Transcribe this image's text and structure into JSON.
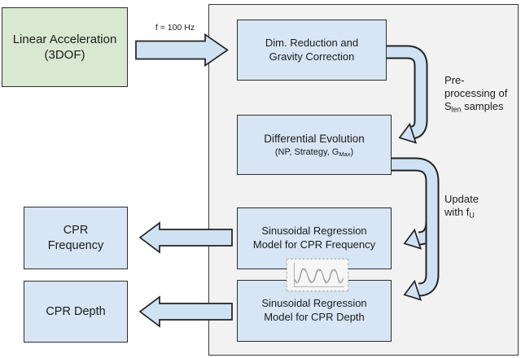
{
  "colors": {
    "source_box_fill": "#d9e8d0",
    "process_box_fill": "#d7e5f4",
    "arrow_fill": "#cfe2f3",
    "container_fill": "#f2f2f2",
    "border": "#2e2e2e",
    "text": "#1c1c1c"
  },
  "nodes": {
    "linear_acceleration": {
      "line1": "Linear Acceleration",
      "line2": "(3DOF)"
    },
    "dim_reduction": {
      "line1": "Dim. Reduction and",
      "line2": "Gravity Correction"
    },
    "differential_evolution": {
      "title": "Differential Evolution",
      "params_prefix": "(NP, Strategy, G",
      "params_sub": "Max",
      "params_suffix": ")"
    },
    "regression_frequency": {
      "line1": "Sinusoidal Regression",
      "line2": "Model for CPR Frequency"
    },
    "regression_depth": {
      "line1": "Sinusoidal Regression",
      "line2": "Model for CPR Depth"
    },
    "cpr_frequency": {
      "line1": "CPR",
      "line2": "Frequency"
    },
    "cpr_depth": {
      "line1": "CPR Depth"
    }
  },
  "labels": {
    "sampling_rate": "f = 100 Hz",
    "preprocessing": {
      "line1": "Pre-",
      "line2": "processing of",
      "sub_base": "S",
      "sub": "len",
      "after_sub": " samples"
    },
    "update": {
      "line1": "Update",
      "line2_base": "with f",
      "sub": "U"
    }
  },
  "icons": {
    "waveform_thumbnail": "sine-fit-plot"
  }
}
